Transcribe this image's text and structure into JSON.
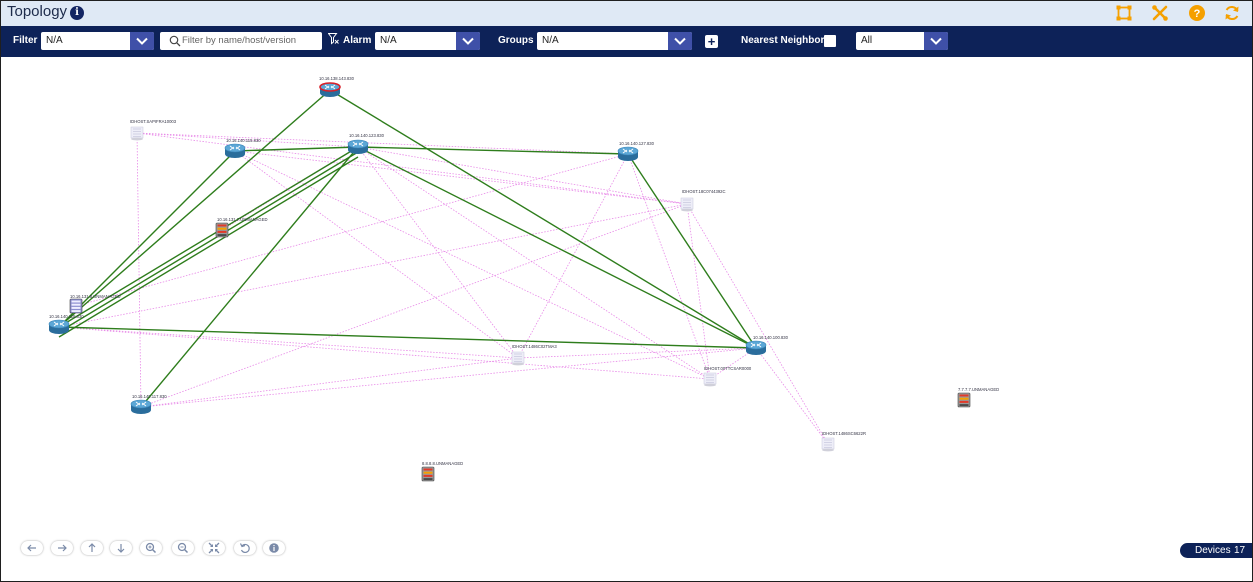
{
  "header": {
    "title": "Topology",
    "info_glyph": "i",
    "icons": [
      "fit-frame-icon",
      "tools-icon",
      "help-icon",
      "refresh-icon"
    ]
  },
  "toolbar": {
    "filter_label": "Filter",
    "filter_value": "N/A",
    "search_placeholder": "Filter by name/host/version",
    "alarm_label": "Alarm",
    "alarm_value": "N/A",
    "groups_label": "Groups",
    "groups_value": "N/A",
    "add_glyph": "+",
    "nearest_label": "Nearest Neighbors",
    "nearest_checked": false,
    "scope_value": "All"
  },
  "nodes": [
    {
      "id": "n1",
      "type": "router-alarm",
      "label": "10.16.138.143.830"
    },
    {
      "id": "n2",
      "type": "host",
      "label": "IDHOST.SAPIFRA10003"
    },
    {
      "id": "n3",
      "type": "router",
      "label": "10.16.140.115.830"
    },
    {
      "id": "n4",
      "type": "router",
      "label": "10.16.140.123.830"
    },
    {
      "id": "n5",
      "type": "router",
      "label": "10.16.140.127.830"
    },
    {
      "id": "n6",
      "type": "host",
      "label": "IDHOST.18C0744392C"
    },
    {
      "id": "n7",
      "type": "unmanaged",
      "label": "10.16.131.7.UNMANAGED"
    },
    {
      "id": "n8",
      "type": "unmanaged-blue",
      "label": "10.16.131.8.UNMANAGED"
    },
    {
      "id": "n9",
      "type": "router",
      "label": "10.16.140.118.830"
    },
    {
      "id": "n10",
      "type": "host",
      "label": "IDHOST.1486C02TMA3"
    },
    {
      "id": "n11",
      "type": "router",
      "label": "10.16.140.100.830"
    },
    {
      "id": "n12",
      "type": "host",
      "label": "IDHOST.00TTCSAR0000"
    },
    {
      "id": "n13",
      "type": "router",
      "label": "10.16.140.117.830"
    },
    {
      "id": "n14",
      "type": "host",
      "label": "IDHOST.1486SC6622R"
    },
    {
      "id": "n15",
      "type": "unmanaged",
      "label": "7.7.7.7.UNMANAGED"
    },
    {
      "id": "n16",
      "type": "unmanaged",
      "label": "8.8.8.8.UNMANAGED"
    }
  ],
  "links": {
    "solid": [
      [
        "n1",
        "n9"
      ],
      [
        "n1",
        "n11"
      ],
      [
        "n3",
        "n4"
      ],
      [
        "n4",
        "n5"
      ],
      [
        "n4",
        "n9"
      ],
      [
        "n4",
        "n9"
      ],
      [
        "n4",
        "n9"
      ],
      [
        "n4",
        "n13"
      ],
      [
        "n4",
        "n11"
      ],
      [
        "n5",
        "n11"
      ],
      [
        "n9",
        "n11"
      ],
      [
        "n3",
        "n9"
      ]
    ],
    "dotted": [
      [
        "n2",
        "n4"
      ],
      [
        "n2",
        "n6"
      ],
      [
        "n2",
        "n5"
      ],
      [
        "n2",
        "n13"
      ],
      [
        "n3",
        "n6"
      ],
      [
        "n3",
        "n10"
      ],
      [
        "n3",
        "n12"
      ],
      [
        "n4",
        "n10"
      ],
      [
        "n4",
        "n12"
      ],
      [
        "n4",
        "n6"
      ],
      [
        "n5",
        "n10"
      ],
      [
        "n5",
        "n12"
      ],
      [
        "n6",
        "n9"
      ],
      [
        "n6",
        "n13"
      ],
      [
        "n6",
        "n12"
      ],
      [
        "n6",
        "n14"
      ],
      [
        "n9",
        "n10"
      ],
      [
        "n9",
        "n12"
      ],
      [
        "n10",
        "n11"
      ],
      [
        "n11",
        "n12"
      ],
      [
        "n13",
        "n11"
      ],
      [
        "n13",
        "n10"
      ],
      [
        "n7",
        "n4"
      ],
      [
        "n8",
        "n5"
      ],
      [
        "n11",
        "n14"
      ]
    ]
  },
  "nav": [
    "pan-left-icon",
    "pan-right-icon",
    "pan-up-icon",
    "pan-down-icon",
    "zoom-in-icon",
    "zoom-out-icon",
    "fit-icon",
    "reset-icon",
    "info-icon"
  ],
  "footer": {
    "devices_label": "Devices",
    "devices_count": "17"
  },
  "colors": {
    "navy": "#0d2258",
    "select_arrow": "#3f50a8",
    "accent_orange": "#f5a000",
    "link_solid": "#2e7d1c",
    "link_dotted": "#e88ae8"
  }
}
